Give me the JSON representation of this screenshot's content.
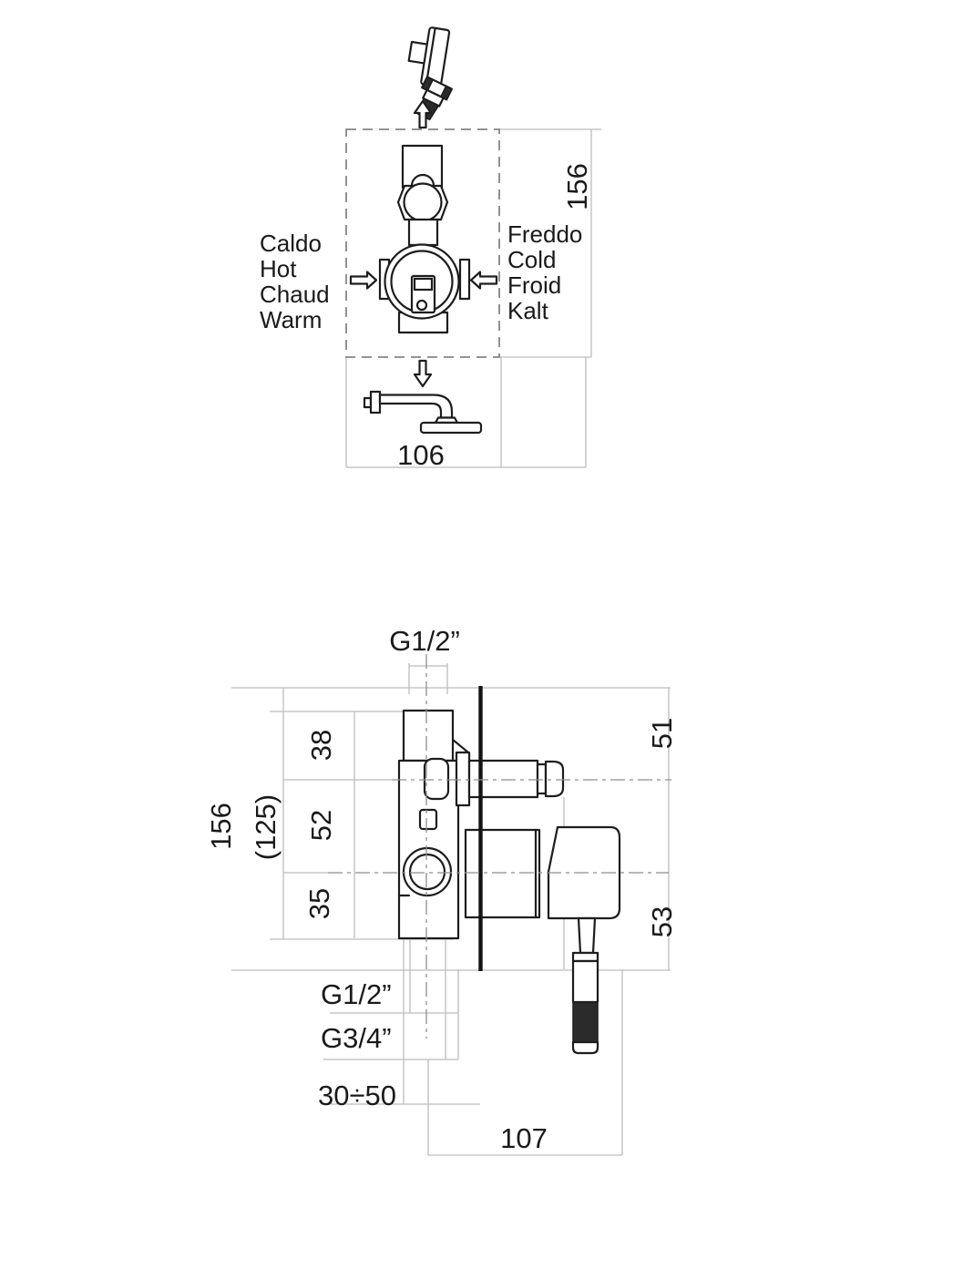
{
  "colors": {
    "background": "#ffffff",
    "drawing_line": "#1d1d1d",
    "reference_line": "#bcbcbc",
    "centerline": "#8f8f8f",
    "dashed_box": "#858585",
    "knurl_fill": "#2b2b2b"
  },
  "top_view": {
    "hot_labels": [
      "Caldo",
      "Hot",
      "Chaud",
      "Warm"
    ],
    "cold_labels": [
      "Freddo",
      "Cold",
      "Froid",
      "Kalt"
    ],
    "height_dim": "156",
    "width_dim": "106"
  },
  "front_view": {
    "top_thread": "G1/2”",
    "upper_offset": "38",
    "mid_offset": "52",
    "lower_offset": "35",
    "overall_height": "156",
    "body_height": "(125)",
    "top_projection": "51",
    "bottom_projection": "53",
    "shower_thread": "G1/2”",
    "spout_thread": "G3/4”",
    "wall_depth_range": "30÷50",
    "handle_projection": "107"
  },
  "icons": {
    "hand_shower": "hand-shower-icon",
    "shower_arm": "shower-arm-icon",
    "up_arrow": "up-arrow-icon",
    "down_arrow": "down-arrow-icon",
    "hot_inlet_arrow": "right-arrow-icon",
    "cold_inlet_arrow": "left-arrow-icon"
  }
}
